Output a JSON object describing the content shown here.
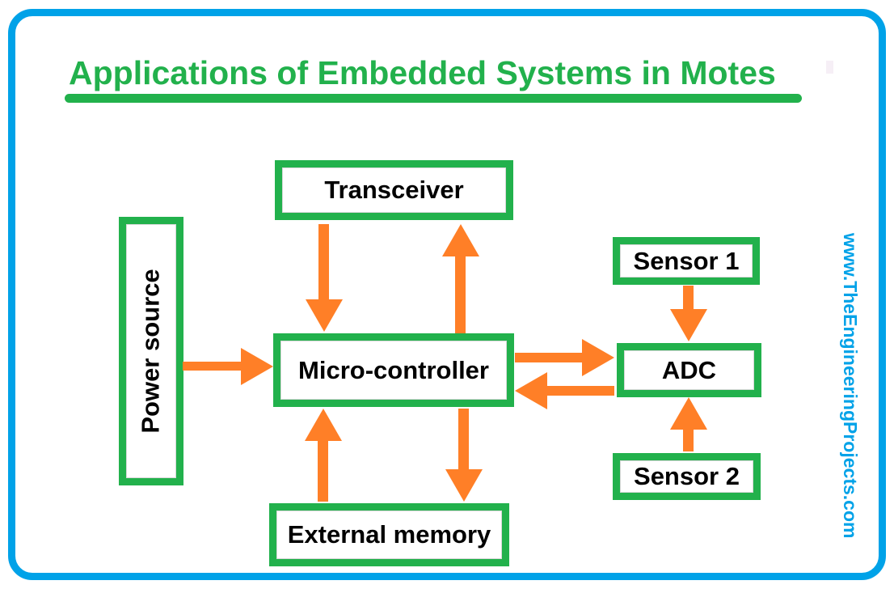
{
  "diagram": {
    "title": "Applications of Embedded Systems in Motes",
    "watermark": "www.TheEngineeringProjects.com",
    "colors": {
      "green": "#22B14C",
      "orange": "#FF7F27",
      "blue": "#00A2E8",
      "block_text": "#000000",
      "background": "#ffffff"
    },
    "nodes": {
      "transceiver": {
        "label": "Transceiver"
      },
      "power_source": {
        "label": "Power source"
      },
      "micro_controller": {
        "label": "Micro-controller"
      },
      "external_memory": {
        "label": "External memory"
      },
      "sensor1": {
        "label": "Sensor 1"
      },
      "adc": {
        "label": "ADC"
      },
      "sensor2": {
        "label": "Sensor 2"
      }
    },
    "edges": [
      {
        "from": "Transceiver",
        "to": "Micro-controller",
        "direction": "down"
      },
      {
        "from": "Micro-controller",
        "to": "Transceiver",
        "direction": "up"
      },
      {
        "from": "Power source",
        "to": "Micro-controller",
        "direction": "right"
      },
      {
        "from": "External memory",
        "to": "Micro-controller",
        "direction": "up"
      },
      {
        "from": "Micro-controller",
        "to": "External memory",
        "direction": "down"
      },
      {
        "from": "Micro-controller",
        "to": "ADC",
        "direction": "right"
      },
      {
        "from": "ADC",
        "to": "Micro-controller",
        "direction": "left"
      },
      {
        "from": "Sensor 1",
        "to": "ADC",
        "direction": "down"
      },
      {
        "from": "Sensor 2",
        "to": "ADC",
        "direction": "up"
      }
    ]
  }
}
